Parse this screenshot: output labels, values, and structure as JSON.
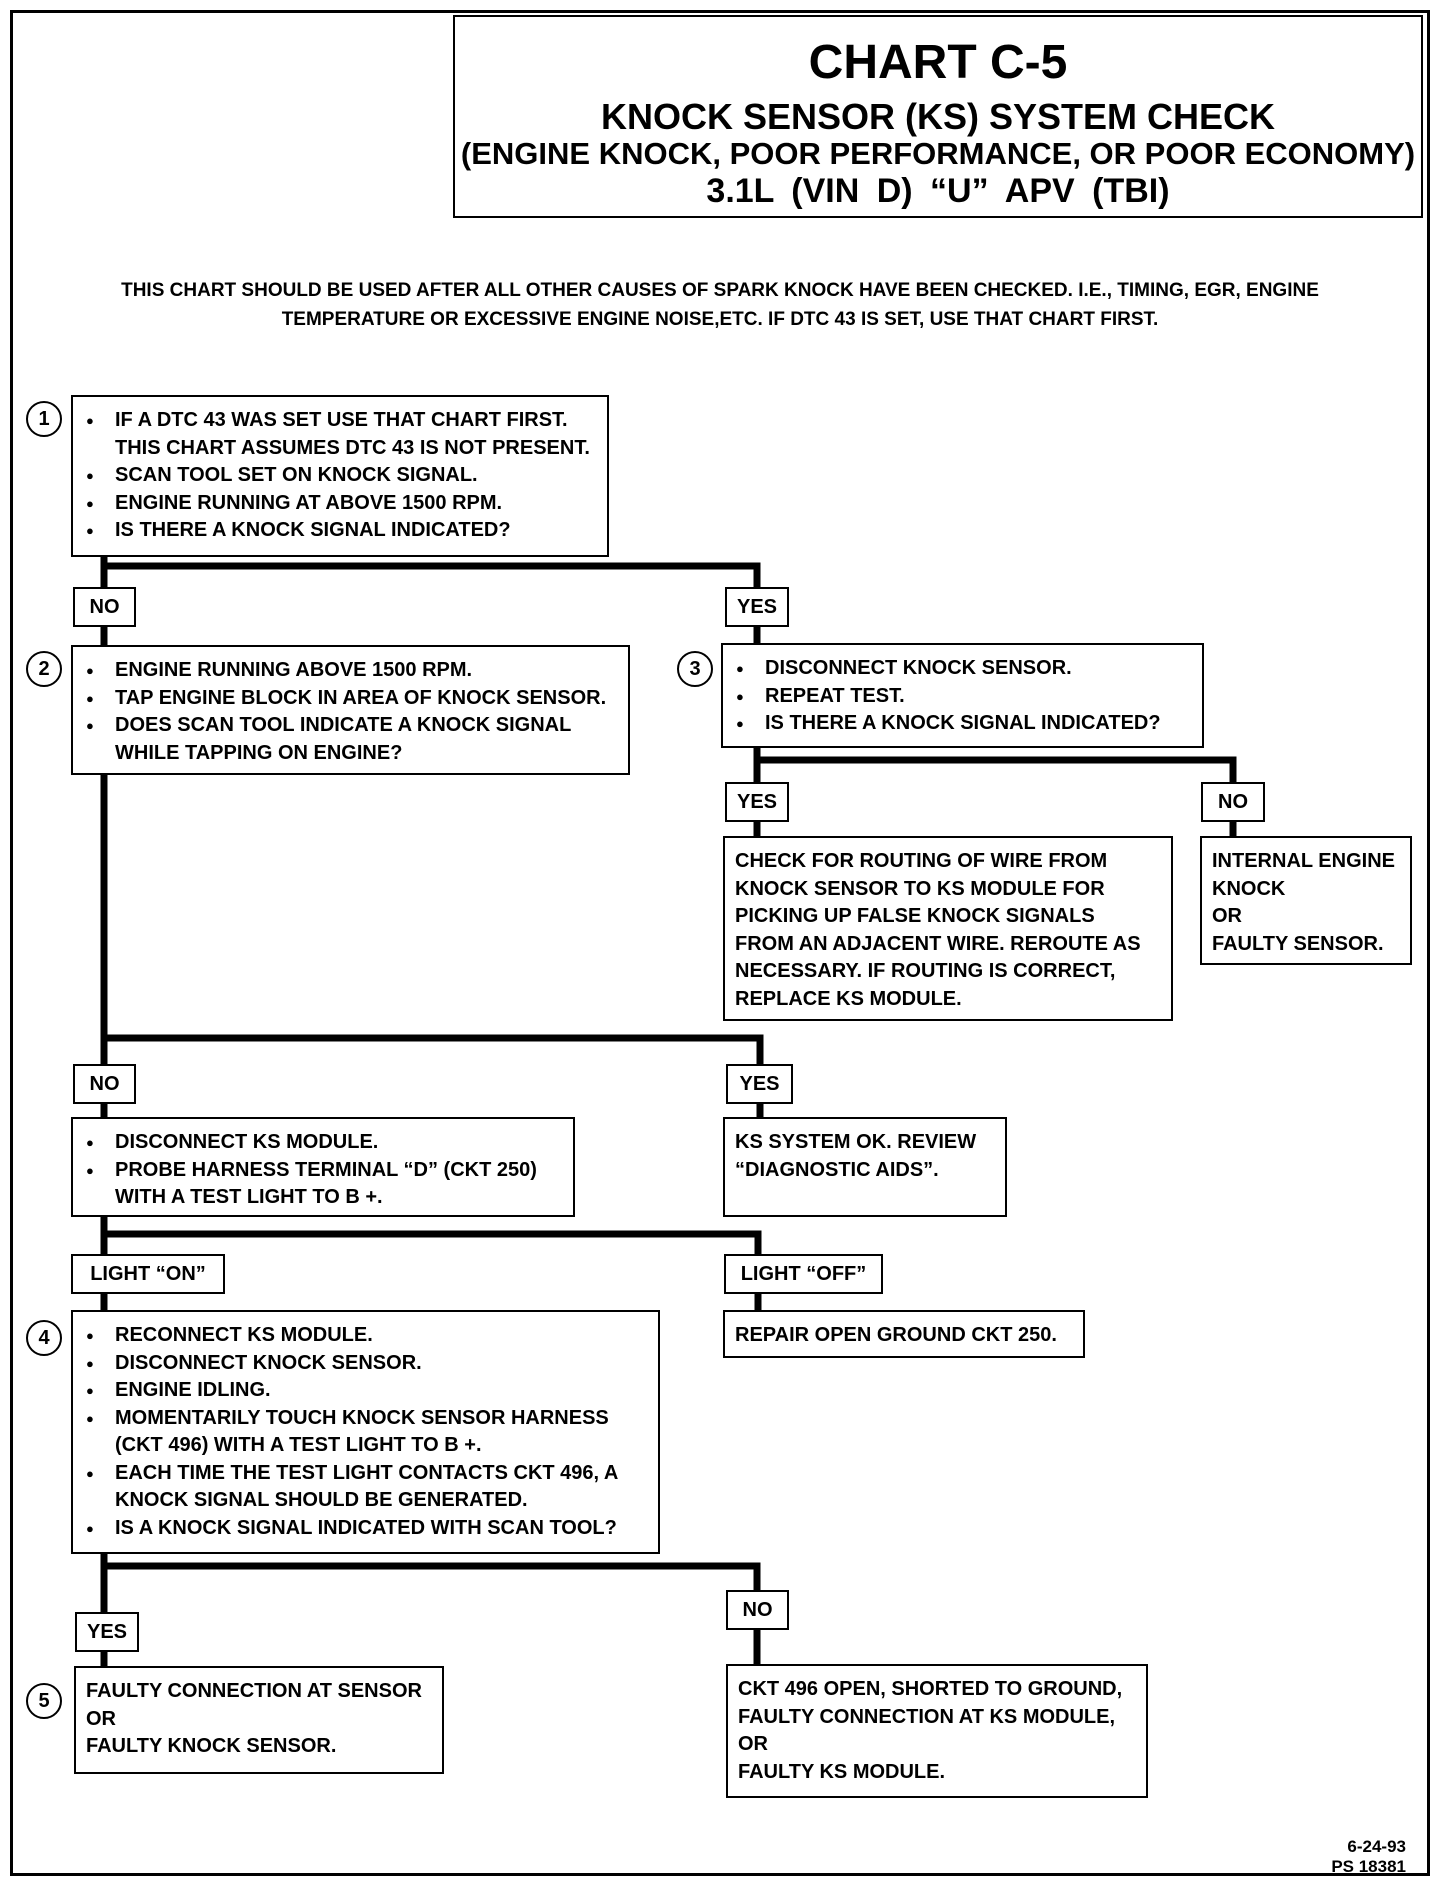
{
  "title": {
    "chart": "CHART C-5",
    "name": "KNOCK SENSOR (KS) SYSTEM CHECK",
    "subtitle": "(ENGINE KNOCK, POOR PERFORMANCE, OR POOR ECONOMY)",
    "vehicle": "3.1L  (VIN D)  “U”  APV  (TBI)"
  },
  "intro": {
    "line1": "THIS CHART SHOULD BE USED AFTER ALL OTHER CAUSES OF SPARK KNOCK HAVE BEEN CHECKED.  I.E., TIMING, EGR, ENGINE",
    "line2": "TEMPERATURE OR EXCESSIVE ENGINE NOISE,ETC.  IF DTC 43 IS SET, USE THAT CHART FIRST."
  },
  "steps": {
    "n1": "1",
    "n2": "2",
    "n3": "3",
    "n4": "4",
    "n5": "5"
  },
  "step1": {
    "items": [
      "IF A DTC 43 WAS SET USE THAT CHART FIRST. THIS CHART ASSUMES DTC 43 IS NOT PRESENT.",
      "SCAN TOOL SET ON KNOCK SIGNAL.",
      "ENGINE RUNNING AT ABOVE 1500 RPM.",
      "IS THERE A KNOCK SIGNAL INDICATED?"
    ]
  },
  "step2": {
    "items": [
      "ENGINE RUNNING ABOVE 1500 RPM.",
      "TAP ENGINE BLOCK IN AREA OF KNOCK SENSOR.",
      "DOES SCAN TOOL INDICATE A KNOCK SIGNAL WHILE TAPPING ON ENGINE?"
    ]
  },
  "step3": {
    "items": [
      "DISCONNECT KNOCK SENSOR.",
      "REPEAT TEST.",
      "IS THERE A KNOCK SIGNAL INDICATED?"
    ]
  },
  "routing": "CHECK FOR ROUTING OF WIRE FROM\nKNOCK SENSOR TO KS MODULE FOR\nPICKING UP FALSE KNOCK SIGNALS\nFROM AN ADJACENT WIRE.  REROUTE AS\nNECESSARY.  IF ROUTING IS CORRECT,\nREPLACE KS MODULE.",
  "internal": "INTERNAL ENGINE\nKNOCK\nOR\nFAULTY SENSOR.",
  "disconnect_module": {
    "items": [
      "DISCONNECT KS MODULE.",
      "PROBE HARNESS TERMINAL “D” (CKT 250) WITH A TEST LIGHT TO B +."
    ]
  },
  "ks_ok": "KS SYSTEM OK.  REVIEW\n“DIAGNOSTIC AIDS”.",
  "repair_open": "REPAIR OPEN GROUND CKT 250.",
  "step4": {
    "items": [
      "RECONNECT KS MODULE.",
      "DISCONNECT KNOCK SENSOR.",
      "ENGINE IDLING.",
      "MOMENTARILY TOUCH KNOCK SENSOR HARNESS (CKT 496) WITH A TEST LIGHT TO B +.",
      "EACH TIME THE TEST LIGHT CONTACTS CKT 496, A KNOCK SIGNAL SHOULD BE GENERATED.",
      "IS A KNOCK SIGNAL INDICATED WITH SCAN TOOL?"
    ]
  },
  "faulty_connection": "FAULTY CONNECTION AT SENSOR\nOR\nFAULTY KNOCK SENSOR.",
  "ckt496": "CKT 496 OPEN, SHORTED TO GROUND,\nFAULTY CONNECTION AT KS MODULE,\nOR\nFAULTY KS MODULE.",
  "labels": {
    "no": "NO",
    "yes": "YES",
    "light_on": "LIGHT “ON”",
    "light_off": "LIGHT “OFF”"
  },
  "footer": {
    "date": "6-24-93",
    "code": "PS 18381"
  }
}
